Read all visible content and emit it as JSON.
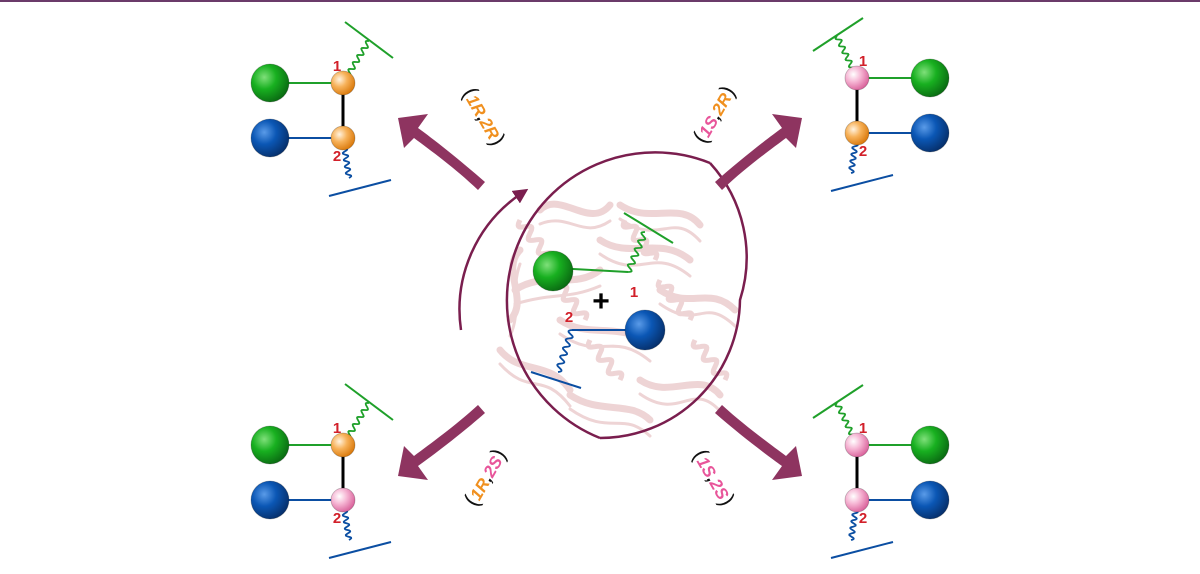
{
  "diagram": {
    "center": {
      "plus": "+",
      "num1": "1",
      "num2": "2"
    },
    "products": [
      {
        "id": "top-left",
        "label": {
          "open": "(",
          "p1": "1R",
          "comma": ",",
          "p2": "2R",
          "close": ")"
        },
        "num1": "1",
        "num2": "2",
        "c1": "orange",
        "c2": "orange"
      },
      {
        "id": "top-right",
        "label": {
          "open": "(",
          "p1": "1S",
          "comma": ",",
          "p2": "2R",
          "close": ")"
        },
        "num1": "1",
        "num2": "2",
        "c1": "pink",
        "c2": "orange"
      },
      {
        "id": "bottom-left",
        "label": {
          "open": "(",
          "p1": "1R",
          "comma": ",",
          "p2": "2S",
          "close": ")"
        },
        "num1": "1",
        "num2": "2",
        "c1": "orange",
        "c2": "pink"
      },
      {
        "id": "bottom-right",
        "label": {
          "open": "(",
          "p1": "1S",
          "comma": ",",
          "p2": "2S",
          "close": ")"
        },
        "num1": "1",
        "num2": "2",
        "c1": "pink",
        "c2": "pink"
      }
    ],
    "colors": {
      "green": "#1fa02a",
      "blue": "#0b4ea2",
      "orange": "#f0901f",
      "pink": "#e8559a",
      "arrow": "#8e3460",
      "circle": "#7a1e4e",
      "number": "#d2202a",
      "protein": "#e9c6c8"
    }
  }
}
